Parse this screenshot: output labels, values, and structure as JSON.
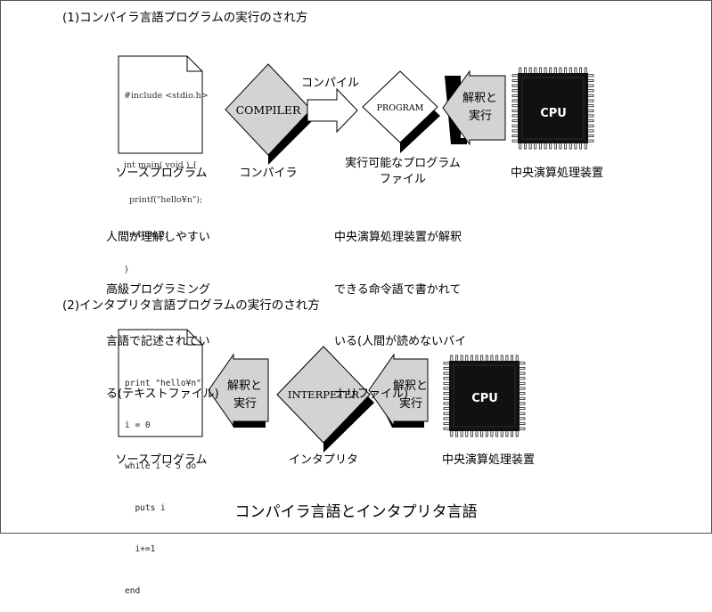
{
  "section1": {
    "heading": "(1)コンパイラ言語プログラムの実行のされ方",
    "source_code_lines": [
      "#include <stdio.h>",
      "",
      "int main( void ) {",
      "  printf(\"hello¥n\");",
      "  return 0;",
      "}"
    ],
    "compiler_label": "COMPILER",
    "compile_arrow_label": "コンパイル",
    "program_label": "PROGRAM",
    "interpret_arrow_line1": "解釈と",
    "interpret_arrow_line2": "実行",
    "cpu_label": "CPU",
    "caption_source": "ソースプログラム",
    "caption_compiler": "コンパイラ",
    "caption_executable_line1": "実行可能なプログラム",
    "caption_executable_line2": "ファイル",
    "caption_cpu": "中央演算処理装置",
    "desc_source": [
      "人間が理解しやすい",
      "高級プログラミング",
      "言語で記述されてい",
      "る(テキストファイル)"
    ],
    "desc_executable": [
      "中央演算処理装置が解釈",
      "できる命令語で書かれて",
      "いる(人間が読めないバイ",
      "ナリファイル)"
    ]
  },
  "section2": {
    "heading": "(2)インタプリタ言語プログラムの実行のされ方",
    "source_code_lines": [
      "print \"hello¥n\"",
      "i = 0",
      "while i < 5 do",
      "  puts i",
      "  i+=1",
      "end"
    ],
    "left_arrow_line1": "解釈と",
    "left_arrow_line2": "実行",
    "interpreter_label": "INTERPETER",
    "right_arrow_line1": "解釈と",
    "right_arrow_line2": "実行",
    "cpu_label": "CPU",
    "caption_source": "ソースプログラム",
    "caption_interpreter": "インタプリタ",
    "caption_cpu": "中央演算処理装置"
  },
  "footer_title": "コンパイラ言語とインタプリタ言語"
}
